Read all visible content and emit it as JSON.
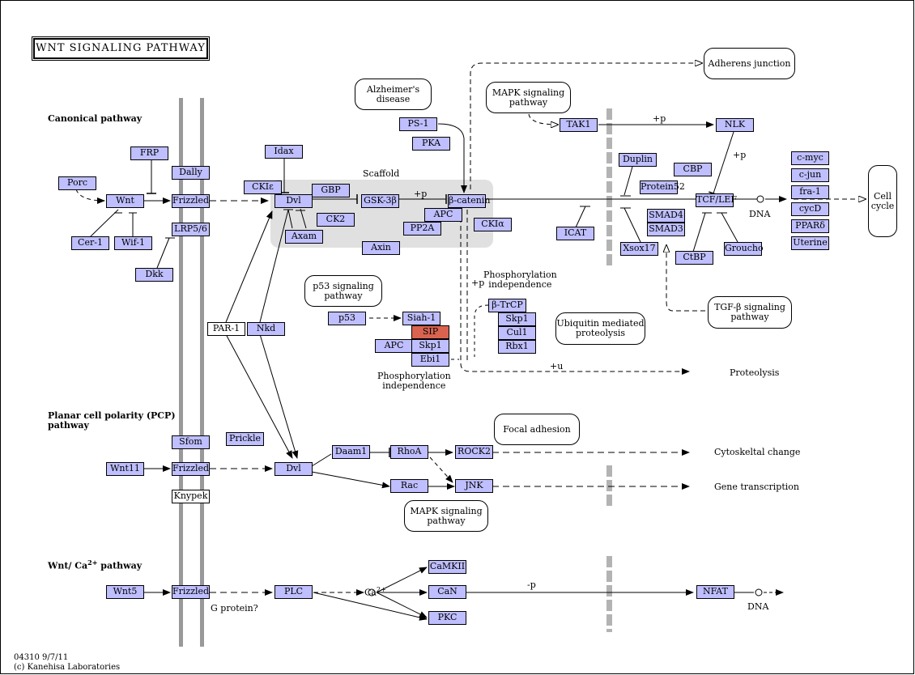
{
  "title": "WNT SIGNALING PATHWAY",
  "pathways": {
    "canonical": "Canonical pathway",
    "pcp": "Planar cell polarity (PCP)\npathway",
    "ca": "Wnt/ Ca",
    "ca_sup": "2+",
    "ca_suffix": " pathway"
  },
  "labels": {
    "scaffold": "Scaffold",
    "plus_p_1": "+p",
    "plus_p_2": "+p",
    "plus_p_3": "+p",
    "plus_p_4": "+p",
    "plus_u": "+u",
    "minus_p": "-p",
    "dna_1": "DNA",
    "dna_2": "DNA",
    "phos_indep_1": "Phosphorylation\nindependence",
    "phos_indep_2": "Phosphorylation\nindependence",
    "proteolysis": "Proteolysis",
    "cytoskeltal": "Cytoskeltal change",
    "gene_transcription": "Gene transcription",
    "g_protein": "G protein?",
    "ca2": "Ca",
    "ca2_sup": "2+",
    "footer_id": "04310 9/7/11",
    "footer_copy": "(c) Kanehisa Laboratories"
  },
  "maps": {
    "adherens": "Adherens junction",
    "alzheimers": "Alzheimer's\ndisease",
    "mapk1": "MAPK signaling\npathway",
    "p53": "p53 signaling\npathway",
    "ubiquitin": "Ubiquitin mediated\nproteolysis",
    "tgfb": "TGF-β signaling\npathway",
    "focal": "Focal adhesion",
    "mapk2": "MAPK signaling\npathway",
    "cellcycle": "Cell\ncycle"
  },
  "nodes": {
    "porc": "Porc",
    "wnt": "Wnt",
    "frp": "FRP",
    "cer1": "Cer-1",
    "wif1": "Wif-1",
    "dally": "Dally",
    "frizzled1": "Frizzled",
    "lrp": "LRP5/6",
    "dkk": "Dkk",
    "idax": "Idax",
    "ckie": "CKIε",
    "dvl1": "Dvl",
    "gbp": "GBP",
    "ck2": "CK2",
    "axam": "Axam",
    "axin": "Axin",
    "gsk": "GSK-3β",
    "ps1": "PS-1",
    "pka": "PKA",
    "bcat": "β-catenin",
    "apc1": "APC",
    "pp2a": "PP2A",
    "ckia": "CKIα",
    "tak1": "TAK1",
    "nlk": "NLK",
    "duplin": "Duplin",
    "protein52": "Protein52",
    "cbp": "CBP",
    "icat": "ICAT",
    "tcf": "TCF/LEF",
    "smad4": "SMAD4",
    "smad3": "SMAD3",
    "xsox17": "Xsox17",
    "ctbp": "CtBP",
    "groucho": "Groucho",
    "cmyc": "c-myc",
    "cjun": "c-jun",
    "fra1": "fra-1",
    "cycd": "cycD",
    "ppard": "PPARδ",
    "uterine": "Uterine",
    "par1": "PAR-1",
    "nkd": "Nkd",
    "p53": "p53",
    "siah1": "Siah-1",
    "sip": "SIP",
    "apc2": "APC",
    "skp1a": "Skp1",
    "ebi1": "Ebi1",
    "btrcp": "β-TrCP",
    "skp1b": "Skp1",
    "cul1": "Cul1",
    "rbx1": "Rbx1",
    "sfom": "Sfom",
    "prickle": "Prickle",
    "wnt11": "Wnt11",
    "frizzled2": "Frizzled",
    "knypek": "Knypek",
    "dvl2": "Dvl",
    "daam1": "Daam1",
    "rhoa": "RhoA",
    "rock2": "ROCK2",
    "rac": "Rac",
    "jnk": "JNK",
    "wnt5": "Wnt5",
    "frizzled3": "Frizzled",
    "plc": "PLC",
    "camkii": "CaMKII",
    "can": "CaN",
    "pkc": "PKC",
    "nfat": "NFAT"
  },
  "colors": {
    "gene": "#bfbfff",
    "highlight": "#d9634f",
    "membrane": "#999999",
    "scaffold": "#e0e0e0",
    "nuclear_band": "#b3b3b3"
  }
}
